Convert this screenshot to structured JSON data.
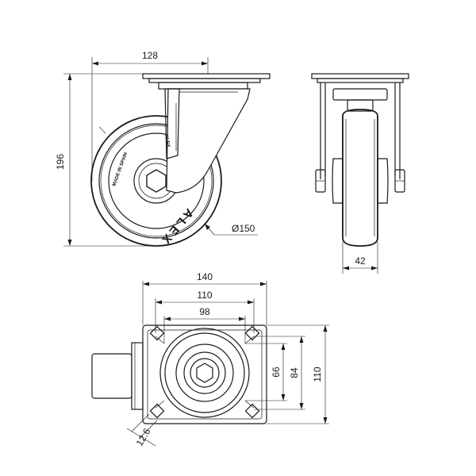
{
  "drawing": {
    "dimensions": {
      "side_width": "128",
      "side_height": "196",
      "wheel_diameter": "Ø150",
      "wheel_width": "42",
      "plate_width": "140",
      "plate_inner": "110",
      "hole_spacing_x": "98",
      "hole_spacing_y_small": "66",
      "hole_spacing_y_large": "84",
      "plate_height": "110",
      "slot_size": "12.6"
    },
    "wheel_marking": {
      "brand": "ALEX",
      "made_in": "MADE IN SPAIN",
      "small_logo": "ALEX"
    }
  }
}
